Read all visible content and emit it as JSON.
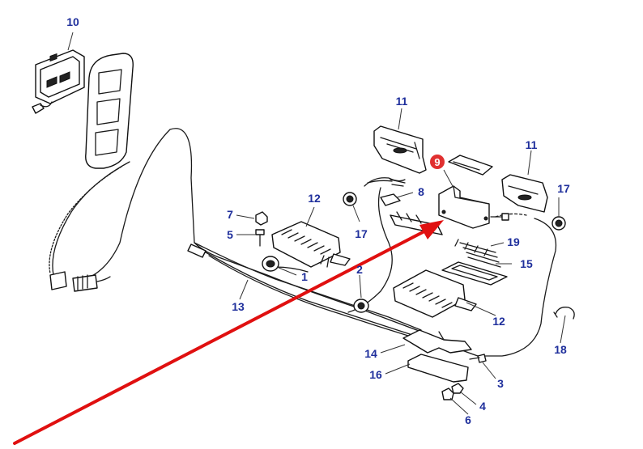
{
  "labels": {
    "l1": "1",
    "l2": "2",
    "l3": "3",
    "l4": "4",
    "l5": "5",
    "l6": "6",
    "l7": "7",
    "l8": "8",
    "l9": "9",
    "l10": "10",
    "l11a": "11",
    "l11b": "11",
    "l12a": "12",
    "l12b": "12",
    "l13": "13",
    "l14": "14",
    "l15": "15",
    "l16": "16",
    "l17a": "17",
    "l17b": "17",
    "l18": "18",
    "l19": "19"
  },
  "colors": {
    "label": "#1f2f9c",
    "arrow": "#e01010",
    "highlight": "#e03030"
  },
  "highlighted_part": "9"
}
